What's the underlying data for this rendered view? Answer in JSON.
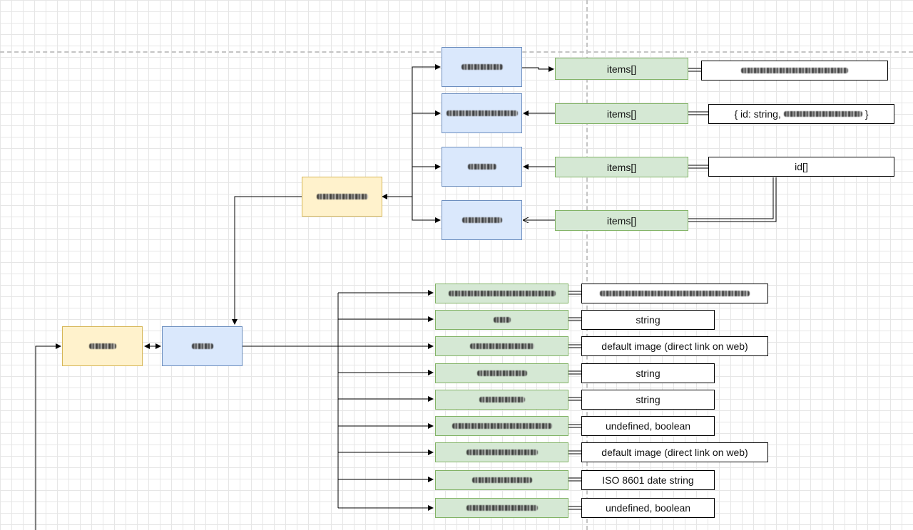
{
  "nodes": {
    "yellow_left": {
      "blurred": true
    },
    "blue_mid": {
      "blurred": true
    },
    "yellow_top": {
      "blurred": true
    },
    "top_blue_1": {
      "blurred": true
    },
    "top_blue_2": {
      "blurred": true
    },
    "top_blue_3": {
      "blurred": true
    },
    "top_blue_4": {
      "blurred": true
    },
    "top_green_1": {
      "label": "items[]"
    },
    "top_green_2": {
      "label": "items[]"
    },
    "top_green_3": {
      "label": "items[]"
    },
    "top_green_4": {
      "label": "items[]"
    },
    "top_white_1": {
      "blurred": true
    },
    "top_white_2": {
      "label": "{ id: string,",
      "suffix_blurred": true,
      "suffix": "}"
    },
    "top_white_3": {
      "label": "id[]"
    },
    "fields": [
      {
        "green_blurred": true,
        "type": "",
        "type_blurred": true
      },
      {
        "green_blurred": true,
        "type": "string"
      },
      {
        "green_blurred": true,
        "type": "default image (direct link on web)"
      },
      {
        "green_blurred": true,
        "type": "string"
      },
      {
        "green_blurred": true,
        "type": "string"
      },
      {
        "green_blurred": true,
        "type": "undefined, boolean"
      },
      {
        "green_blurred": true,
        "type": "default image (direct link on web)"
      },
      {
        "green_blurred": true,
        "type": "ISO 8601 date string"
      },
      {
        "green_blurred": true,
        "type": "undefined, boolean"
      }
    ]
  },
  "colors": {
    "blue_fill": "#dae8fc",
    "blue_stroke": "#6c8ebf",
    "yellow_fill": "#fff2cc",
    "yellow_stroke": "#d6b656",
    "green_fill": "#d5e8d4",
    "green_stroke": "#82b366",
    "edge": "#000000",
    "grid": "#e6e6e6",
    "guide": "#c4c4c4"
  }
}
